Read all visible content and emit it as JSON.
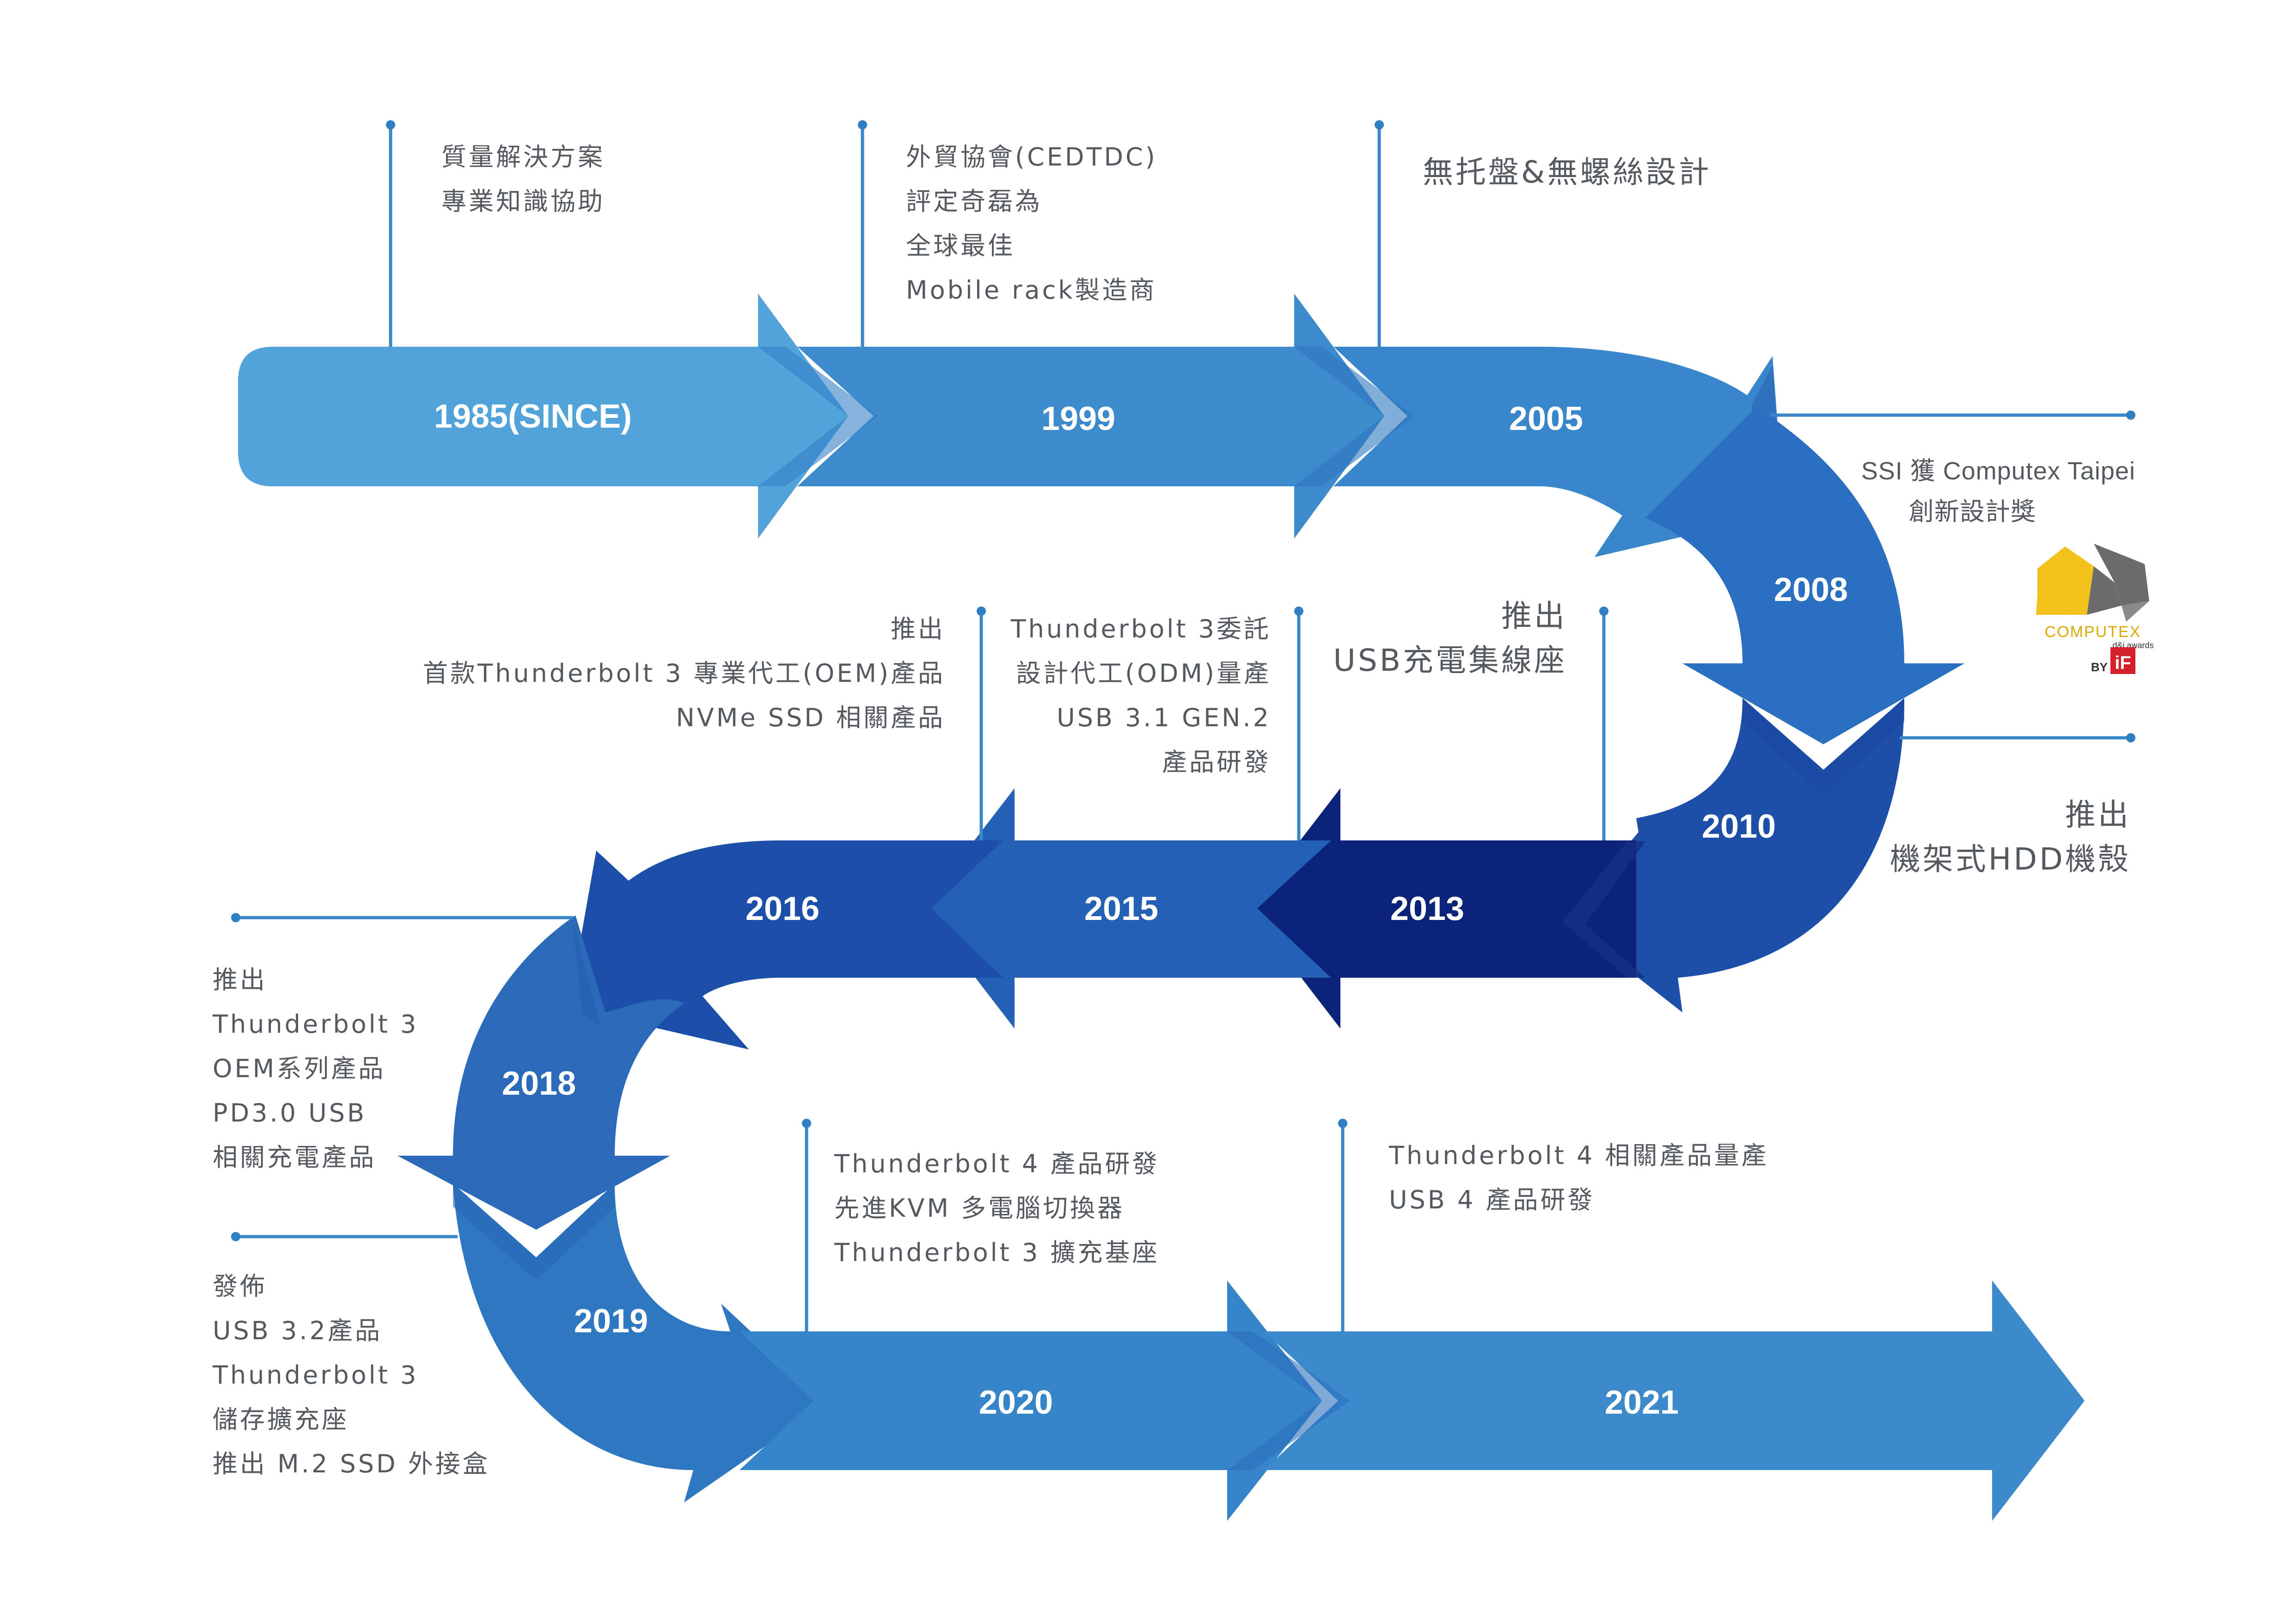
{
  "years": {
    "y1985": "1985(SINCE)",
    "y1999": "1999",
    "y2005": "2005",
    "y2008": "2008",
    "y2010": "2010",
    "y2013": "2013",
    "y2015": "2015",
    "y2016": "2016",
    "y2018": "2018",
    "y2019": "2019",
    "y2020": "2020",
    "y2021": "2021"
  },
  "notes": {
    "n1985": [
      "質量解決方案",
      "專業知識協助"
    ],
    "n1999": [
      "外貿協會(CEDTDC)",
      "評定奇磊為",
      "全球最佳",
      "Mobile rack製造商"
    ],
    "n2005": [
      "無托盤&無螺絲設計"
    ],
    "n2008": [
      "SSI 獲 Computex Taipei",
      "創新設計獎"
    ],
    "n2010": [
      "推出",
      "機架式HDD機殼"
    ],
    "n2013": [
      "推出",
      "USB充電集線座"
    ],
    "n2015": [
      "Thunderbolt 3委託",
      "設計代工(ODM)量產",
      "USB 3.1 GEN.2",
      "產品研發"
    ],
    "n2016": [
      "推出",
      "首款Thunderbolt 3 專業代工(OEM)產品",
      "NVMe SSD 相關產品"
    ],
    "n2018": [
      "推出",
      "Thunderbolt 3",
      "OEM系列產品",
      "PD3.0 USB",
      "相關充電產品"
    ],
    "n2019": [
      "發佈",
      "USB 3.2產品",
      "Thunderbolt 3",
      "儲存擴充座",
      "推出 M.2 SSD 外接盒"
    ],
    "n2020": [
      "Thunderbolt 4 產品研發",
      "先進KVM 多電腦切換器",
      "Thunderbolt 3 擴充基座"
    ],
    "n2021": [
      "Thunderbolt 4 相關產品量產",
      "USB 4 產品研發"
    ]
  },
  "award_logo": {
    "name": "COMPUTEX",
    "subtitle": "d&i awards",
    "by": "BY",
    "badge": "iF"
  },
  "colors": {
    "c1985": "#52a3d9",
    "c1999": "#3d8bcd",
    "c2005": "#3a86ca",
    "c2008": "#2a6fc0",
    "c2010": "#1d4ea8",
    "c2013": "#0b2378",
    "c2015": "#2460b4",
    "c2016": "#1c4fa9",
    "c2018": "#2a6ab9",
    "c2019": "#2e78c2",
    "c2020": "#3685c9",
    "c2021": "#3c89cc",
    "shadow": "#2760b0"
  }
}
